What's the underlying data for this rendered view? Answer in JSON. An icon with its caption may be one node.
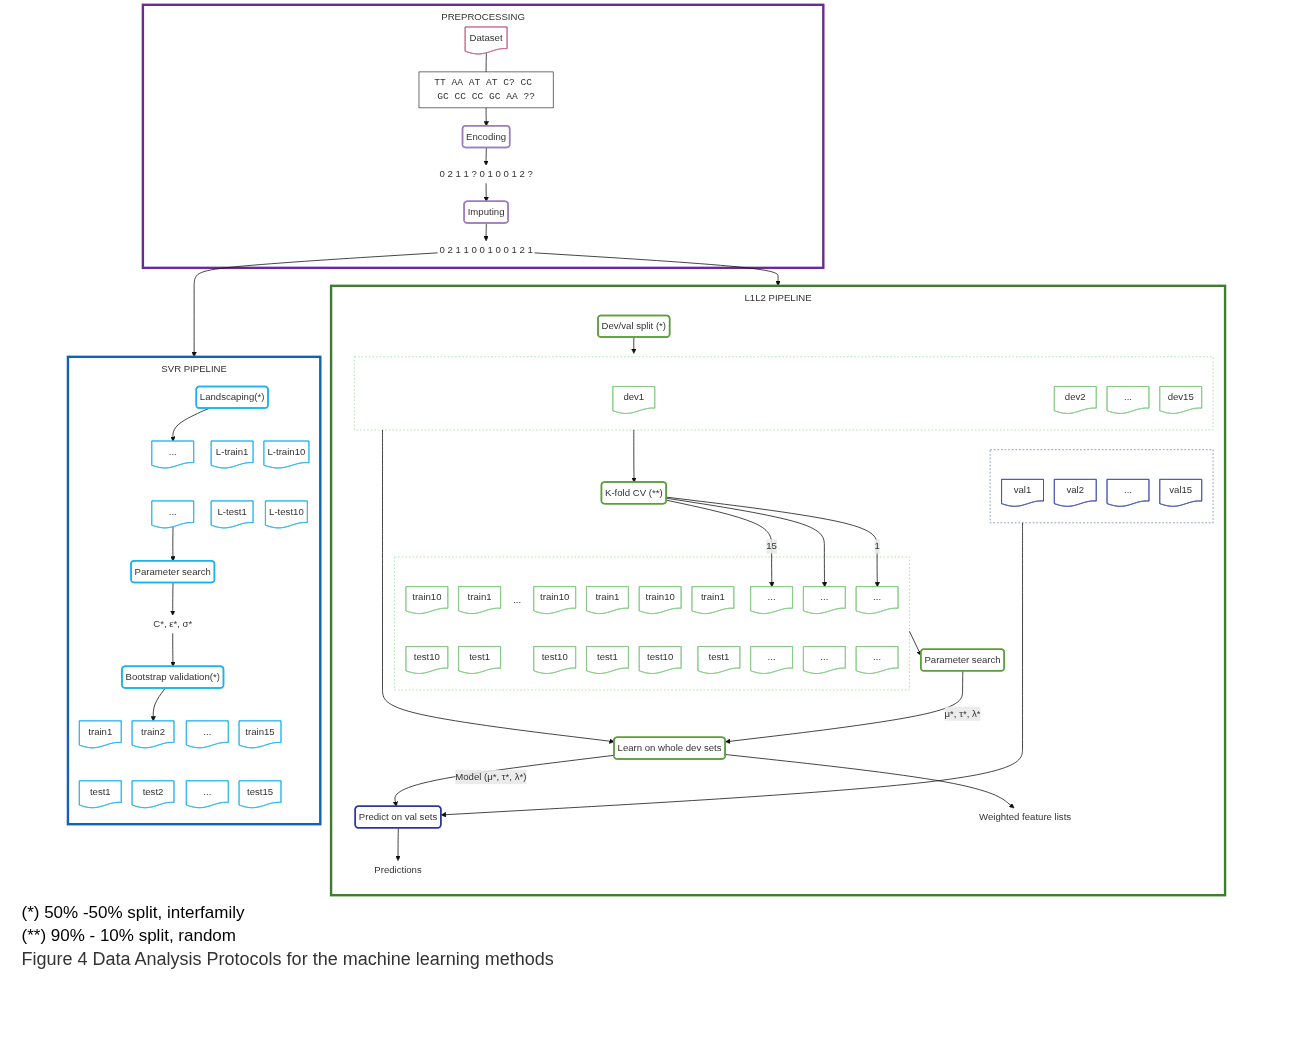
{
  "diagram": {
    "caption": "Figure 4 Data Analysis Protocols for the machine learning methods",
    "nodes": [
      {
        "text": [
          "PREPROCESSING"
        ]
      },
      {
        "text": [
          "Dataset"
        ],
        "in": 0
      },
      {
        "text": [
          "TT AA AT AT C? CC GC CC CC GC AA ??"
        ],
        "in": 0
      },
      {
        "text": [
          "Encoding"
        ],
        "in": 0
      },
      {
        "text": [
          "0 2 1 1 ? 0 1 0 0 1 2 ?"
        ],
        "in": 0
      },
      {
        "text": [
          "Imputing"
        ],
        "in": 0
      },
      {
        "text": [
          "0 2 1 1 0 0 1 0 0 1 2 1"
        ],
        "in": 0
      },
      {
        "text": [
          "SVR PIPELINE"
        ]
      },
      {
        "text": [
          "Landscaping(*)"
        ],
        "in": 7
      },
      {
        "text": [
          "L-train1"
        ],
        "in": 7
      },
      {
        "text": [
          "..."
        ],
        "in": 7
      },
      {
        "text": [
          "L-train10"
        ],
        "in": 7
      },
      {
        "text": [
          "L-test1"
        ],
        "in": 7
      },
      {
        "text": [
          "..."
        ],
        "in": 7
      },
      {
        "text": [
          "L-test10"
        ],
        "in": 7
      },
      {
        "text": [
          "Parameter search"
        ],
        "in": 7
      },
      {
        "text": [
          "C*, ε*, σ*"
        ],
        "in": 7
      },
      {
        "text": [
          "Bootstrap validation(*)"
        ],
        "in": 7
      },
      {
        "text": [
          "train1"
        ],
        "in": 7
      },
      {
        "text": [
          "train2"
        ],
        "in": 7
      },
      {
        "text": [
          "..."
        ],
        "in": 7
      },
      {
        "text": [
          "train15"
        ],
        "in": 7
      },
      {
        "text": [
          "test1"
        ],
        "in": 7
      },
      {
        "text": [
          "test2"
        ],
        "in": 7
      },
      {
        "text": [
          "..."
        ],
        "in": 7
      },
      {
        "text": [
          "test15"
        ],
        "in": 7
      },
      {
        "text": [
          "L1L2 PIPELINE"
        ]
      },
      {
        "text": [
          "Dev/val split (*)"
        ],
        "in": 26
      },
      {
        "text": [],
        "shape": "box",
        "in": 26
      },
      {
        "text": [
          "dev1"
        ],
        "in": 28
      },
      {
        "text": [
          "dev2"
        ],
        "in": 28
      },
      {
        "text": [
          "..."
        ],
        "in": 28
      },
      {
        "text": [
          "dev15"
        ],
        "in": 28
      },
      {
        "text": [],
        "shape": "box",
        "in": 26
      },
      {
        "text": [
          "val1"
        ],
        "in": 33
      },
      {
        "text": [
          "val2"
        ],
        "in": 33
      },
      {
        "text": [
          "..."
        ],
        "in": 33
      },
      {
        "text": [
          "val15"
        ],
        "in": 33
      },
      {
        "text": [
          "K-fold CV (**)"
        ],
        "in": 26
      },
      {
        "text": [],
        "shape": "box",
        "in": 26
      },
      {
        "text": [
          "train1"
        ],
        "in": 39
      },
      {
        "text": [
          "..."
        ],
        "in": 39
      },
      {
        "text": [
          "train10"
        ],
        "in": 39
      },
      {
        "text": [
          "test1"
        ],
        "in": 39
      },
      {
        "text": [
          "..."
        ],
        "in": 39
      },
      {
        "text": [
          "test10"
        ],
        "in": 39
      },
      {
        "text": [
          "train1"
        ],
        "in": 39
      },
      {
        "text": [
          "..."
        ],
        "in": 39
      },
      {
        "text": [
          "train10"
        ],
        "in": 39
      },
      {
        "text": [
          "test1"
        ],
        "in": 39
      },
      {
        "text": [
          "..."
        ],
        "in": 39
      },
      {
        "text": [
          "test10"
        ],
        "in": 39
      },
      {
        "text": [
          "..."
        ],
        "in": 39
      },
      {
        "text": [
          "train1"
        ],
        "in": 39
      },
      {
        "text": [
          "..."
        ],
        "in": 39
      },
      {
        "text": [
          "train10"
        ],
        "in": 39
      },
      {
        "text": [
          "test1"
        ],
        "in": 39
      },
      {
        "text": [
          "..."
        ],
        "in": 39
      },
      {
        "text": [
          "test10"
        ],
        "in": 39
      },
      {
        "text": [
          "Parameter search"
        ],
        "in": 26
      },
      {
        "text": [
          "Learn on whole dev sets"
        ],
        "in": 26
      },
      {
        "text": [
          "Weighted feature lists"
        ],
        "in": 26
      },
      {
        "text": [
          "Predict on val sets"
        ],
        "in": 26
      },
      {
        "text": [
          "Predictions"
        ],
        "in": 26
      }
    ],
    "edges": [
      {
        "from": 1,
        "to": 2,
        "arrow": "none"
      },
      {
        "from": 2,
        "to": 3,
        "arrow": "to"
      },
      {
        "from": 3,
        "to": 4,
        "arrow": "to"
      },
      {
        "from": 4,
        "to": 5,
        "arrow": "to"
      },
      {
        "from": 5,
        "to": 6,
        "arrow": "to"
      },
      {
        "from": 6,
        "to": 7,
        "arrow": "to"
      },
      {
        "from": 6,
        "to": 26,
        "arrow": "to"
      },
      {
        "from": 8,
        "to": 10,
        "arrow": "to"
      },
      {
        "from": 13,
        "to": 15,
        "arrow": "to"
      },
      {
        "from": 15,
        "to": 16,
        "arrow": "to"
      },
      {
        "from": 16,
        "to": 17,
        "arrow": "to"
      },
      {
        "from": 17,
        "to": 19,
        "arrow": "to"
      },
      {
        "from": 27,
        "to": 28,
        "arrow": "to"
      },
      {
        "from": 28,
        "to": 38,
        "arrow": "to"
      },
      {
        "from": 38,
        "to": 41,
        "arrow": "to",
        "label": "1"
      },
      {
        "from": 38,
        "to": 47,
        "arrow": "to"
      },
      {
        "from": 38,
        "to": 54,
        "arrow": "to",
        "label": "15"
      },
      {
        "from": 39,
        "to": 59,
        "arrow": "to"
      },
      {
        "from": 59,
        "to": 60,
        "arrow": "to",
        "label": "μ*, τ*, λ*"
      },
      {
        "from": 60,
        "to": 61,
        "arrow": "to"
      },
      {
        "from": 60,
        "to": 62,
        "arrow": "to",
        "label": "Model (μ*, τ*, λ*)"
      },
      {
        "from": 62,
        "to": 63,
        "arrow": "to"
      },
      {
        "from": 28,
        "to": 60,
        "arrow": "to"
      },
      {
        "from": 33,
        "to": 62,
        "arrow": "to"
      }
    ],
    "labels": [
      "(*) 50% -50% split, interfamily",
      "(**) 90% - 10% split, random"
    ]
  }
}
